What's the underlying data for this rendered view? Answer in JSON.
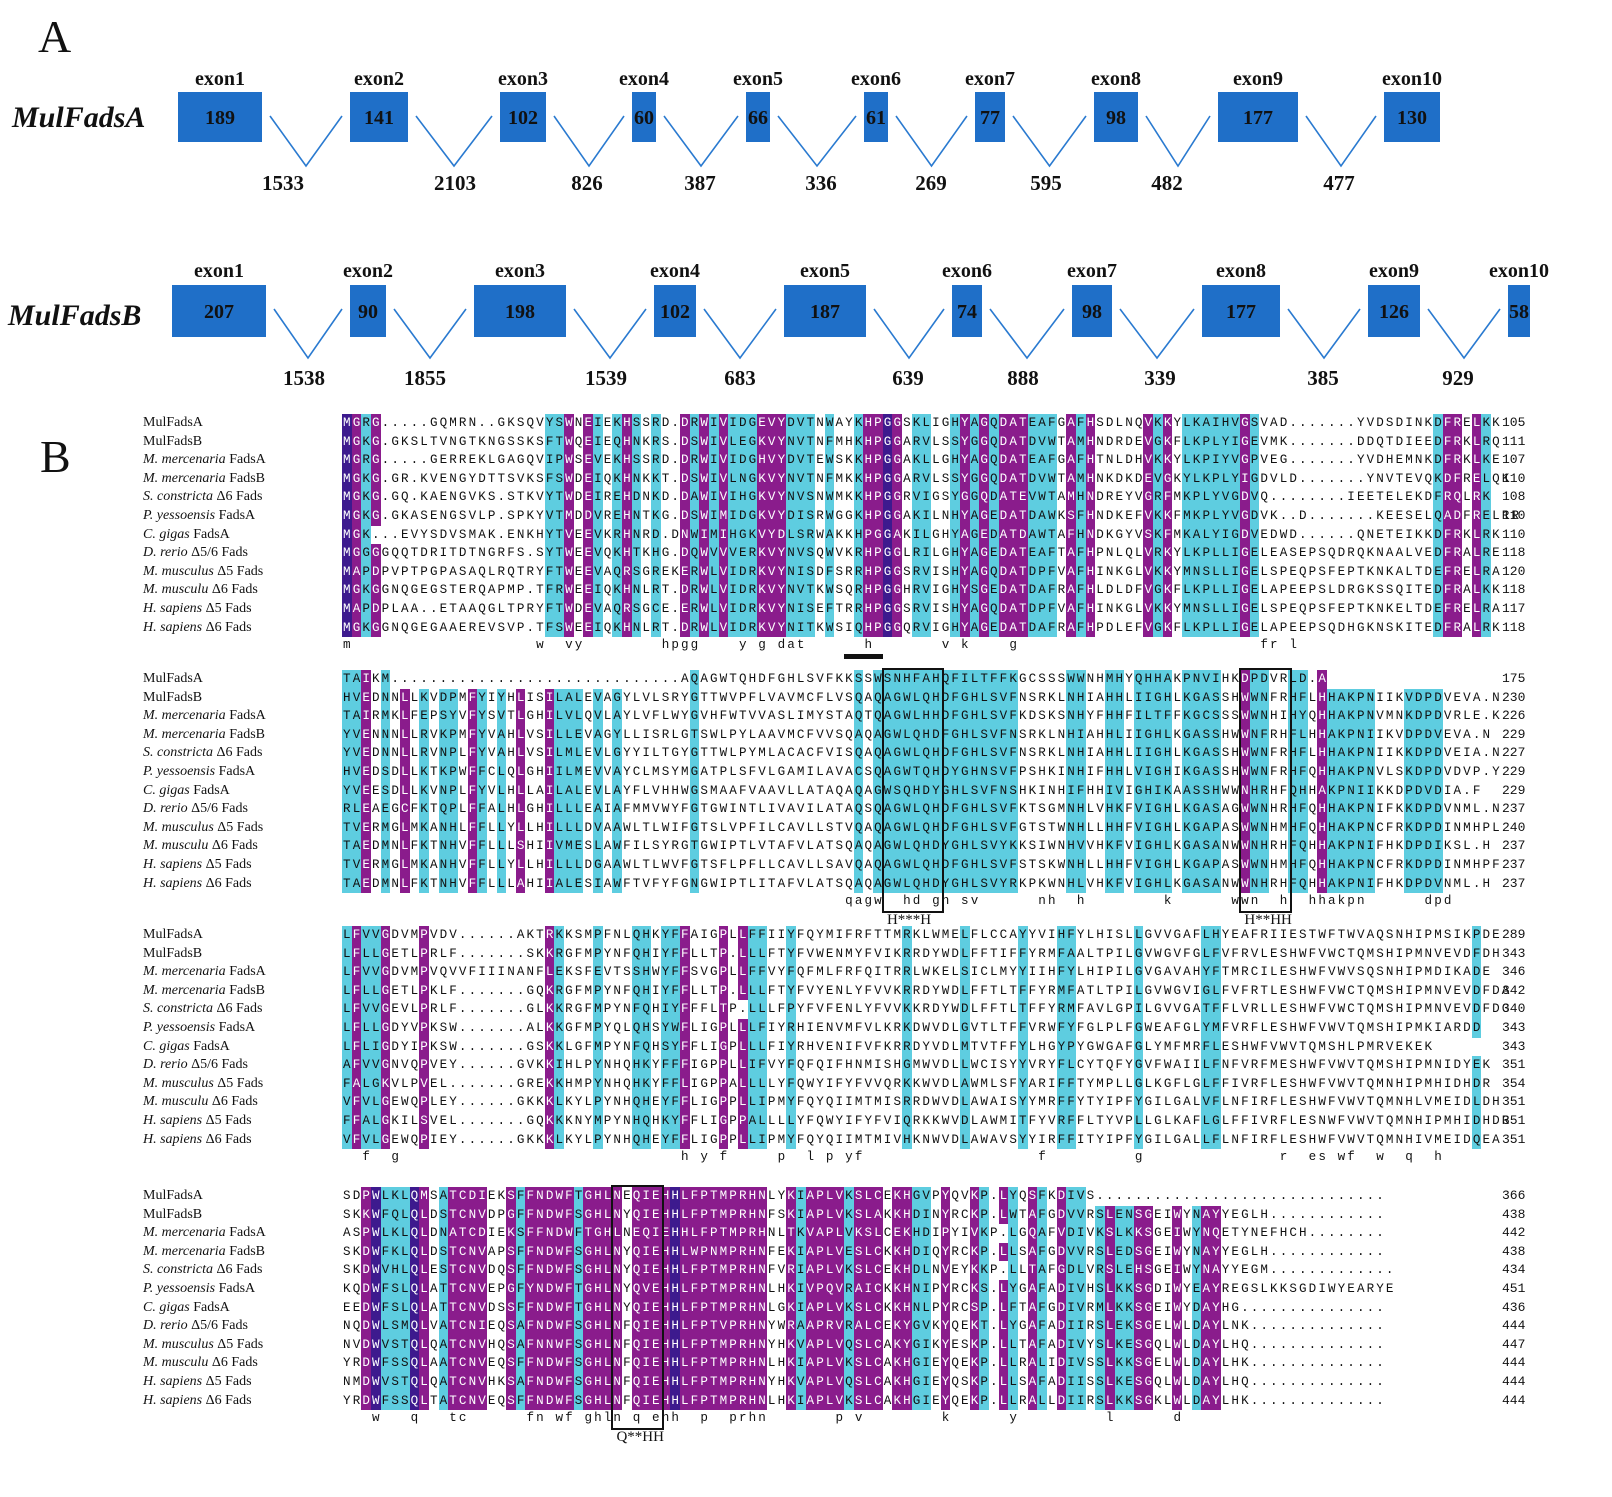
{
  "panel_a": {
    "label": "A",
    "genes": [
      {
        "name": "MulFadsA",
        "exons": [
          {
            "label": "exon1",
            "length": "189"
          },
          {
            "label": "exon2",
            "length": "141"
          },
          {
            "label": "exon3",
            "length": "102"
          },
          {
            "label": "exon4",
            "length": "60"
          },
          {
            "label": "exon5",
            "length": "66"
          },
          {
            "label": "exon6",
            "length": "61"
          },
          {
            "label": "exon7",
            "length": "77"
          },
          {
            "label": "exon8",
            "length": "98"
          },
          {
            "label": "exon9",
            "length": "177"
          },
          {
            "label": "exon10",
            "length": "130"
          }
        ],
        "introns": [
          "1533",
          "2103",
          "826",
          "387",
          "336",
          "269",
          "595",
          "482",
          "477"
        ]
      },
      {
        "name": "MulFadsB",
        "exons": [
          {
            "label": "exon1",
            "length": "207"
          },
          {
            "label": "exon2",
            "length": "90"
          },
          {
            "label": "exon3",
            "length": "198"
          },
          {
            "label": "exon4",
            "length": "102"
          },
          {
            "label": "exon5",
            "length": "187"
          },
          {
            "label": "exon6",
            "length": "74"
          },
          {
            "label": "exon7",
            "length": "98"
          },
          {
            "label": "exon8",
            "length": "177"
          },
          {
            "label": "exon9",
            "length": "126"
          },
          {
            "label": "exon10",
            "length": "58"
          }
        ],
        "introns": [
          "1538",
          "1855",
          "1539",
          "683",
          "639",
          "888",
          "339",
          "385",
          "929"
        ]
      }
    ],
    "colors": {
      "exon": "#1f6fc8",
      "intron": "#2a7ad0"
    }
  },
  "panel_b": {
    "label": "B",
    "species": [
      {
        "pre": "",
        "it": "",
        "post": "MulFadsA"
      },
      {
        "pre": "",
        "it": "",
        "post": "MulFadsB"
      },
      {
        "pre": "",
        "it": "M. mercenaria",
        "post": " FadsA"
      },
      {
        "pre": "",
        "it": "M. mercenaria",
        "post": " FadsB"
      },
      {
        "pre": "",
        "it": "S. constricta",
        "post": " Δ6 Fads"
      },
      {
        "pre": "",
        "it": "P. yessoensis",
        "post": "  FadsA"
      },
      {
        "pre": "",
        "it": "C. gigas",
        "post": " FadsA"
      },
      {
        "pre": "",
        "it": "D. rerio",
        "post": " Δ5/6 Fads"
      },
      {
        "pre": "",
        "it": "M. musculus",
        "post": " Δ5 Fads"
      },
      {
        "pre": "",
        "it": "M. musculu",
        "post": " Δ6 Fads"
      },
      {
        "pre": "",
        "it": "H. sapiens",
        "post": " Δ5 Fads"
      },
      {
        "pre": "",
        "it": "H. sapiens",
        "post": " Δ6 Fads"
      }
    ],
    "blocks": [
      {
        "seqs": [
          "MGRG.....GQMRN..GKSQVYSWNEIEKHSSRD.DRWIVIDGEVYDVTNWAYKHPGGSKLIGHYAGQDATEAFGAFHSDLNQVKKYLKAIHVGSVAD.......YVDSDINKDFRELKK",
          "MGKG.GKSLTVNGTKNGSSKSFTWQEIEQHNKRS.DSWIVLEGKVYNVTNFMHKHPGGARVLSSYGGQDATDVWTAMHNDRDEVGKFLKPLYIGEVMK.......DDQTDIEEDFRKLRQ",
          "MGRG.....GERREKLGAGQVIPWSEVEKHSSRD.DRWIVIDGHVYDVTEWSKKHPGGAKLLGHYAGQDATEAFGAFHTNLDHVKKYLKPIYVGPVEG.......YVDHEMNKDFRKLKE",
          "MGKG.GR.KVENGYDTTSVKSFSWDEIQKHNKKT.DSWIVLNGKVYNVTNFMKKHPGGARVLSSYGGQDATDVWTAMHNKDKDEVGKYLKPLYIGDVLD.......YNVTEVQKDFRELQK",
          "MGKG.GQ.KAENGVKS.STKVYTWDEIREHDNKD.DAWIVIHGKVYNVSNWMKKHPGGRVIGSYGGQDATEVWTAMHNDREYVGRFMKPLYVGDVQ........IEETELEKDFRQLRK",
          "MGKG.GKASENGSVLP.SPKYVTMDDVREHNTKG.DSWIMIDGKVYDISRWGGKHPGGAKILNHYAGEDATDAWKSFHNDKEFVKKFMKPLYVGDVK..D.......KEESELQADFRELRR",
          "MGK...EVYSDVSMAK.ENKHYTVEEVKRHNRD.DNWIMIHGKVYDLSRWAKKHPGGAKILGHYAGEDATDAWTAFHNDKGYVSKFMKALYIGDVEDWD......QNETEIKKDFRKLRK",
          "MGGGGQQTDRITDTNGRFS.SYTWEEVQKHTKHG.DQWVVVERKVYNVSQWVKRHPGGLRILGHYAGEDATEAFTAFHPNLQLVRKYLKPLLIGELEASEPSQDRQKNAALVEDFRALRE",
          "MAPDPVPTPGPASAQLRQTRYFTWEEVAQRSGREKERWLVIDRKVYNISDFSRRHPGGSRVISHYAGQDATDPFVAFHINKGLVKKYMNSLLIGELSPEQPSFEPTKNKALTDEFRELRA",
          "MGKGGNQGEGSTERQAPMP.TFRWEEIQKHNLRT.DRWLVIDRKVYNVTKWSQRHPGGHRVIGHYSGEDATDAFRAFHLDLDFVGKFLKPLLIGELAPEEPSLDRGKSSQITEDFRALKK",
          "MAPDPLAA..ETAAQGLTPRYFTWDEVAQRSGCE.ERWLVIDRKVYNISEFTRRHPGGSRVISHYAGQDATDPFVAFHINKGLVKKYMNSLLIGELSPEQPSFEPTKNKELTDEFRELRA",
          "MGKGGNQGEGAAEREVSVP.TFSWEEIQKHNLRT.DRWLVIDRKVYNITKWSIQHPGGQRVIGHYAGEDATDAFRAFHPDLEFVGKFLKPLLIGELAPEEPSQDHGKNSKITEDFRALRK"
        ],
        "consensus": "m                   w  vy        hpgg    y g dat      h       v k    g                         fr l",
        "ends": [
          "105",
          "111",
          "107",
          "110",
          "108",
          "110",
          "110",
          "118",
          "120",
          "118",
          "117",
          "118"
        ]
      },
      {
        "seqs": [
          "TAIKM..............................AQAGWTQHDFGHLSVFKKSSWSNHFAHQFILTFFKGCSSSWWNHMHYQHHAKPNVIHKDPDVRLD.A",
          "HVEDNNLLKVDPMFYIYHLISILALEVAGYLVLSRYGTTWVPFLVAVMCFLVSQAQAGWLQHDFGHLSVFNSRKLNHIAHHLIIGHLKGASSHWWNFRHFLHHAKPNIIKVDPDVEVA.N",
          "TAIRMKLFEPSYVFYSVTLGHILVLQVLAYLVFLWYGVHFWTVVASLIMYSTAQTQAGWLHHDFGHLSVFKDSKSNHYFHHFILTFFKGCSSSWWNHIHYQHHAKPNVMNKDPDVRLE.K",
          "YVENNNLLRVKPMFYVAHLVSILLEVAGYLLISRLGTSWLPYLAAVMCFVVSQAQAGWLQHDFGHLSVFNSRKLNHIAHHLIIGHLKGASSHWWNFRHFLHHAKPNIIKVDPDVEVA.N",
          "YVEDNNLLRVNPLFYVAHLVSILMLEVLGYYILTGYGTTWLPYMLACACFVISQAQAGWLQHDFGHLSVFNSRKLNHIAHHLIIGHLKGASSHWWNFRHFLHHAKPNIIKKDPDVEIA.N",
          "HVEDSDLLKTKPWFFCLQLGHIILMEVVAYCLMSYMGATPLSFVLGAMILAVACSQAGWTQHDYGHNSVFPSHKINHIFHHLVIGHIKGASSHWWNFRHFQHHAKPNVLSKDPDVDVP.Y",
          "YVEESDLLKVNPLFYVLHLLAILALEVLAYFLVHHWGSMAAFVAAVLLATAQAQAGWSQHDYGHLSVFNSHKINHIFHHIVIGHIKAASSHWWNHRHFQHHAKPNIIKKDPDVDIA.F",
          "RLEAEGCFKTQPLFFALHLGHILLLEAIAFMMVWYFGTGWINTLIVAVILATAQSQAGWLQHDFGHLSVFKTSGMNHLVHKFVIGHLKGASAGWWNHRHFQHHAKPNIFKKDPDVNML.N",
          "TVERMGLMKANHLFFLLYLLHILLLDVAAWLTLWIFGTSLVPFILCAVLLSTVQAQAGWLQHDFGHLSVFGTSTWNHLLHHFVIGHLKGAPASWWNHMHFQHHAKPNCFRKDPDINMHPL",
          "TAEDMNLFKTNHVFFLLLSHIIVMESLAWFILSYRGTGWIPTLVTAFVLATSQAQAGWLQHDYGHLSVYKKSIWNHVVHKFVIGHLKGASANWWNHRHFQHHAKPNIFHKDPDIKSL.H",
          "TVERMGLMKANHVFFLLYLLHILLLDGAAWLTLWVFGTSFLPFLLCAVLLSAVQAQAGWLQHDFGHLSVFSTSKWNHLLHHFVIGHLKGAPASWWNHMHFQHHAKPNCFRKDPDINMHPF",
          "TAEDMNLFKTNHVFFLLLAHIIALESIAWFTVFYFGNGWIPTLITAFVLATSQAQAGWLQHDYGHLSVYRKPKWNHLVHKFVIGHLKGASANWWNHRHFQHHAKPNIFHKDPDVNML.H"
        ],
        "consensus": "                                                    qagw  hd gh sv      nh  h        k      wwn  h  hhakpn      dpd",
        "ends": [
          "175",
          "230",
          "226",
          "229",
          "227",
          "229",
          "229",
          "237",
          "240",
          "237",
          "237",
          "237"
        ]
      },
      {
        "seqs": [
          "LFVVGDVMPVDV......AKTRKKSMPFNLQHKYFFAIGPLLFFIIYFQYMIFRFTTMRKLWMELFLCCAYYVIHFYLHISLLGVVGAFLHYEAFRIIESTWFTWVAQSNHIPMSIKPDE",
          "LFLLGETLPRLF.......SKKRGFMPYNFQHIYFFLLTP.LLLFTYFVWENMYFVIKRRDYWDLFFTIFFYRMFAALTPILGVWGVFGLFVFRVLESHWFVWCTQMSHIPMNVEVDFDH",
          "LFVVGDVMPVQVVFIIINANFLEKSFEVTSSHWYFFSVGPLLFFVYFQFMLFRFQITRRLWKELSICLMYYIIHFYLHIPILGVGAVAHYFTMRCILESHWFVWVSQSNHIPMDIKADE",
          "LFLLGETLPKLF.......GQKRGFMPYNFQHIYFFLLTP.LLLFTYFVYENLYFVVKRRDYWDLFFTLTFFYRMFATLTPILGVWGVIGLFVFRTLESHWFVWCTQMSHIPMNVEVDFDA",
          "LFVVGEVLPRLF.......GLKKRGFMPYNFQHIYFFFLTP.LLLFPYFVFENLYFVVKKRDYWDLFFTLTFFYRMFAVLGPILGVVGATFFLVRLLESHWFVWCTQMSHIPMNVEVDFDG",
          "LFLLGDYVPKSW.......ALKKGFMPYQLQHSYWFLIGPLLLFIYRHIENVMFVLKRKDWVDLGVTLTFFVRWFYFGLPLFGWEAFGLYMFVRFLESHWFVWVTQMSHIPMKIARDD",
          "LFLIGDYIPKSW.......GSKKLGFMPYNFQHSYFFLIGPLLLFIYRHVENIFVFKRRDYVDLMTVTFFYLHGYPYGWGAFGLYMFMRFLESHWFVWVTQMSHLPMRVEKEK",
          "AFVVGNVQPVEY......GVKKIHLPYNHQHKYFFFIGPPLLIFVYFQFQIFHNMISHGMWVDLLWCISYYVRYFLCYTQFYGVFWAIILFNFVRFMESHWFVWVTQMSHIPMNIDYEK",
          "FALGKVLPVEL.......GREKKHMPYNHQHKYFFLIGPPALLLLYFQWYIFYFVVQRKKWVDLAWMLSFYARIFFTYMPLLGLKGFLGLFFIVRFLESHWFVWVTQMNHIPMHIDHDR",
          "VFVLGEWQPLEY......GKKKLKYLPYNHQHEYFFLIGPPLLIPMYFQYQIIMTMISRRDWVDLAWAISYYMRFFYTYIPFYGILGALVFLNFIRFLESHWFVWVTQMNHLVMEIDLDH",
          "FFALGKILSVEL.......GQKKKNYMPYNHQHKYFFLIGPPALLLLYFQWYIFYFVIQRKKWVDLAWMITFYVRFFLTYVPLLGLKAFLGLFFIVRFLESNWFVWVTQMNHIPMHIDHDR",
          "VFVLGEWQPIEY......GKKKLKYLPYNHQHEYFFLIGPPLLIPMYFQYQIIMTMIVHKNWVDLAWAVSYYIRFFITYIPFYGILGALLFLNFIRFLESHWFVWVTQMNHIVMEIDQEA"
        ],
        "consensus": "  f  g                             h y f     p  l p yf                  f         g              r  es wf  w  q  h",
        "ends": [
          "289",
          "343",
          "346",
          "342",
          "340",
          "343",
          "343",
          "351",
          "354",
          "351",
          "351",
          "351"
        ]
      },
      {
        "seqs": [
          "SDPWLKLQMSATCDIEKSFFNDWFTGHLNEQIEHHLFPTMPRHNLYKIAPLVKSLCEKHGVPYQVKP.LYQSFKDIVS..............................",
          "SKKWFQLQLDSTCNVDPGFFNDWFSGHLNYQIEHHLFPTMPRHNFSKIAPLVKSLAKKHDINYRCKP.LWTAFGDVVRSLENSGEIWYNAYYEGLH............",
          "ASPWLKLQLDNATCDIEKSFFNDWFTGHLNEQIEHHLFPTMPRHNLTKVAPLVKSLCEKHDIPYIVKP.LGQAFVDIVKSLKKSGEIWYNQETYNEFHCH........",
          "SKDWFKLQLDSTCNVAPSFFNDWFSGHLNYQIEHHLWPNMPRHNFEKIAPLVESLCKKHDIQYRCKP.LLSAFGDVVRSLEDSGEIWYNAYYEGLH............",
          "SKDWVHLQLESTCNVDQSFFNDWFSGHLNYQIEHHLFPTMPRHNFVRIAPLVKSLCEKHDLNVEYKKP.LLTAFGDLVRSLEHSGEIWYNAYYEGM.............",
          "KQDWFSLQLATTCNVEPGFYNDWFTGHLNYQVEHHLFPTMPRHNLHKIVPQVRAICKKHNIPYRCKS.LYGAFADIVHSLKKSGDIWYEAYREGSLKKSGDIWYEARYE",
          "EEDWFSLQLATTCNVDSSFFNDWFTGHLNYQIEHHLFPTMPRHNLGKIAPLVKSLCKKHNLPYRCSP.LFTAFGDIVRMLKKSGEIWYDAYHG...............",
          "NQDWLSMQLVATCNIEQSAFNDWFSGHLNFQIEHHLFPTVPRHNYWRAAPRVRALCEKYGVKYQEKT.LYGAFADIIRSLEKSGELWLDAYLNK..............",
          "NVDWVSTQLQATCNVHQSAFNNWFSGHLNFQIEHHLFPTMPRHNYHKVAPLVQSLCAKYGIKYESKP.LLTAFADIVYSLKESGQLWLDAYLHQ..............",
          "YRDWFSSQLAATCNVEQSFFNDWFSGHLNFQIEHHLFPTMPRHNLHKIAPLVKSLCAKHGIEYQEKP.LLRALIDIVSSLKKSGELWLDAYLHK..............",
          "NMDWVSTQLQATCNVHKSAFNDWFSGHLNFQIEHHLFPTMPRHNYHKVAPLVQSLCAKHGIEYQSKP.LLSAFADIISSLKESGQLWLDAYLHQ..............",
          "YRDWFSSQLTATCNVEQSFFNDWFSGHLNFQIEHHLFPTMPRHNLHKIAPLVKSLCAKHGIEYQEKP.LLRALLDIIRSLKKSGKLWLDAYLHK.............."
        ],
        "consensus": "   w   q   tc      fn wf ghln q ehh  p  prhn       p v        k      y         l      d",
        "ends": [
          "366",
          "438",
          "442",
          "438",
          "434",
          "451",
          "436",
          "444",
          "447",
          "444",
          "444",
          "444"
        ]
      }
    ],
    "motif_labels": [
      "H***H",
      "H**HH",
      "Q**HH"
    ],
    "colors": {
      "high": "#3d1a8e",
      "mid": "#8a1c8c",
      "low": "#5ecde0"
    }
  }
}
